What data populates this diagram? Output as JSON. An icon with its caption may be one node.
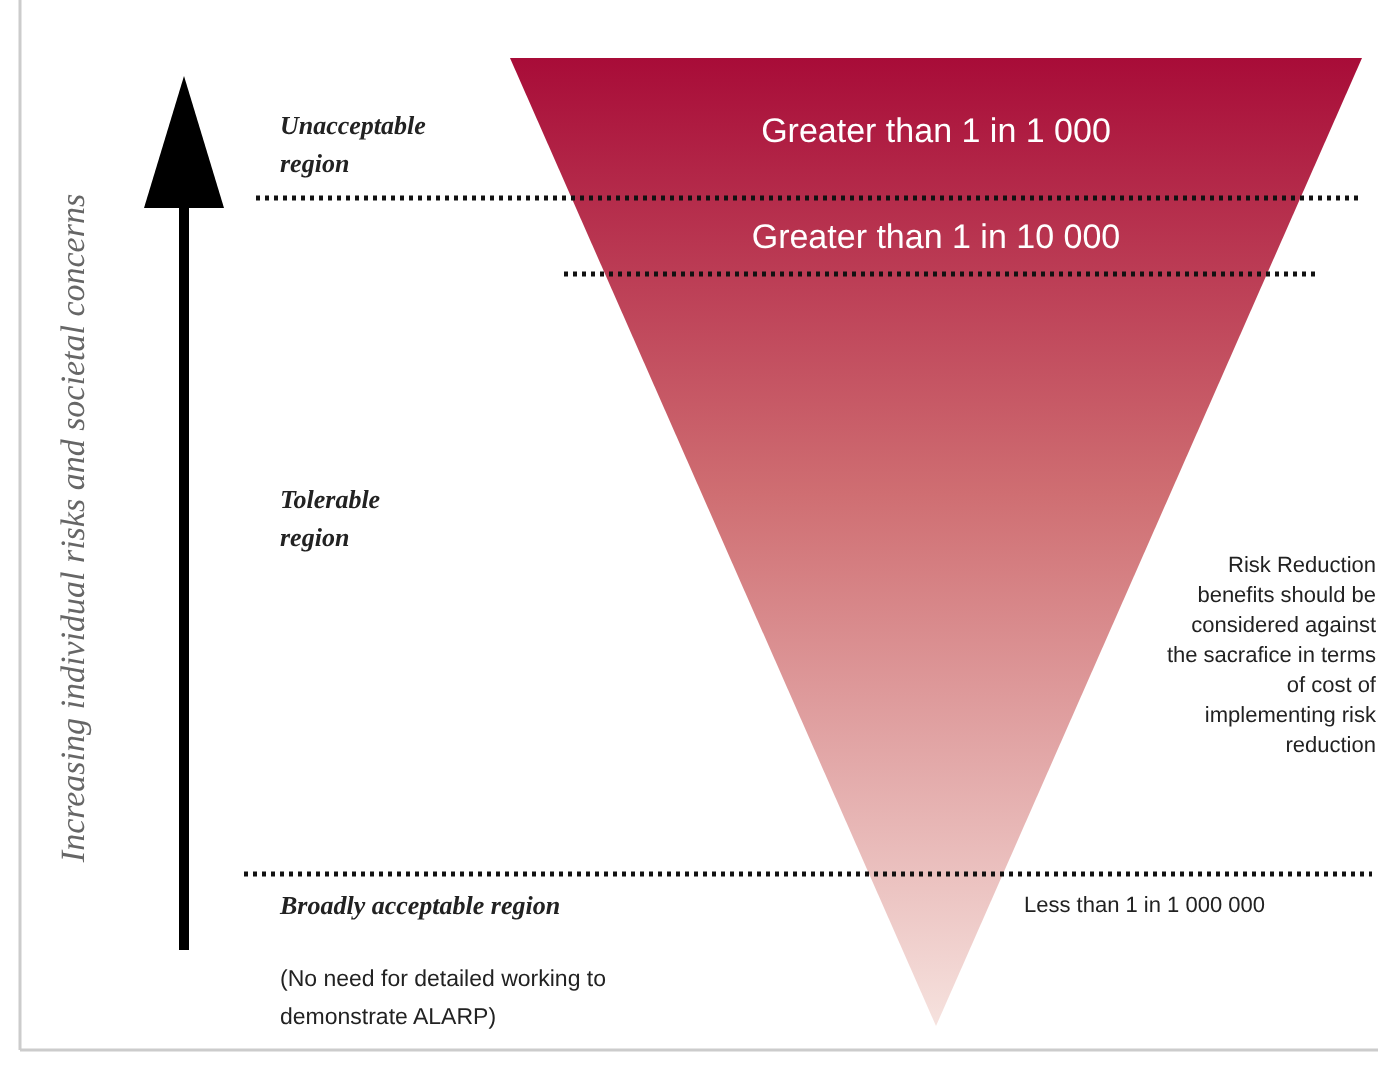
{
  "diagram": {
    "nodes": [
      {
        "text": [
          "Greater than 1 in 1 000",
          "Greater than 1 in 10 000"
        ]
      }
    ],
    "labels": [
      "Increasing individual risks and societal concerns",
      "Unacceptable region",
      "Tolerable region",
      "Risk Reduction benefits should be considered against the sacrafice in terms of cost of implementing risk reduction",
      "Broadly acceptable region",
      "Less than 1 in 1 000 000",
      "(No need for detailed working to demonstrate ALARP)"
    ]
  }
}
